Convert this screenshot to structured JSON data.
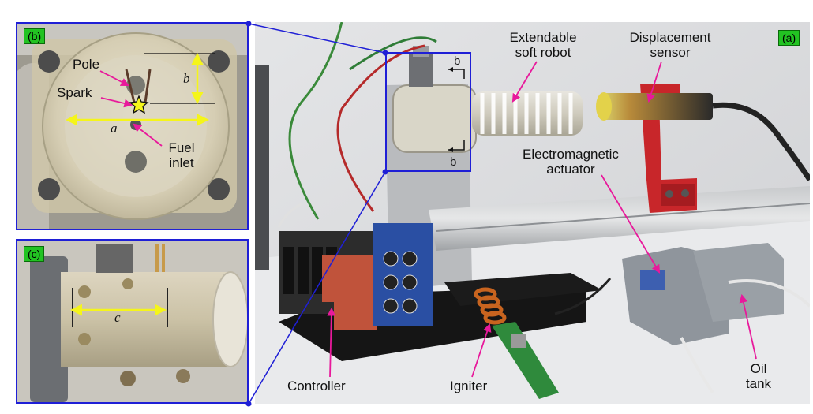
{
  "panels": {
    "a": {
      "tag": "(a)"
    },
    "b": {
      "tag": "(b)"
    },
    "c": {
      "tag": "(c)"
    }
  },
  "labels": {
    "extendable": [
      "Extendable",
      "soft robot"
    ],
    "displacement": [
      "Displacement",
      "sensor"
    ],
    "electromagnetic": [
      "Electromagnetic",
      "actuator"
    ],
    "controller": "Controller",
    "igniter": "Igniter",
    "oil_tank": [
      "Oil",
      "tank"
    ],
    "pole": "Pole",
    "spark": "Spark",
    "fuel_inlet": [
      "Fuel",
      "inlet"
    ],
    "dim_a": "a",
    "dim_b": "b",
    "dim_c": "c",
    "section_b1": "b",
    "section_b2": "b"
  },
  "colors": {
    "frame": "#1f1fd6",
    "tag_bg": "#22c322",
    "arrow_pink": "#e8199b",
    "dim_yellow": "#f5f51a"
  }
}
